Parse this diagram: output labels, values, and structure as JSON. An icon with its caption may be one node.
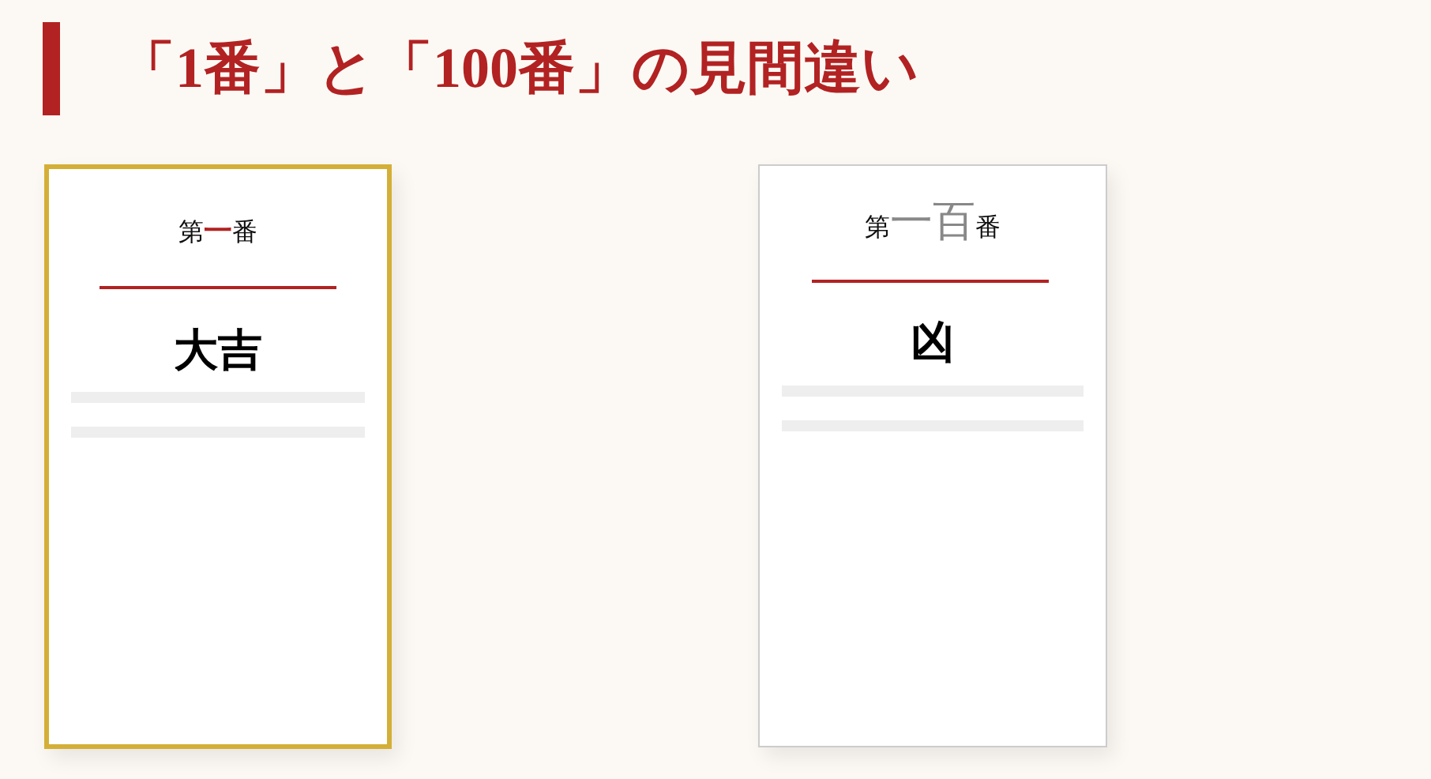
{
  "diagram": {
    "title": "「1番」と「100番」の見間違い",
    "nodes": [
      {
        "text": [
          "第一番",
          "大吉"
        ]
      },
      {
        "text": [
          "第一百番",
          "凶"
        ]
      }
    ]
  }
}
